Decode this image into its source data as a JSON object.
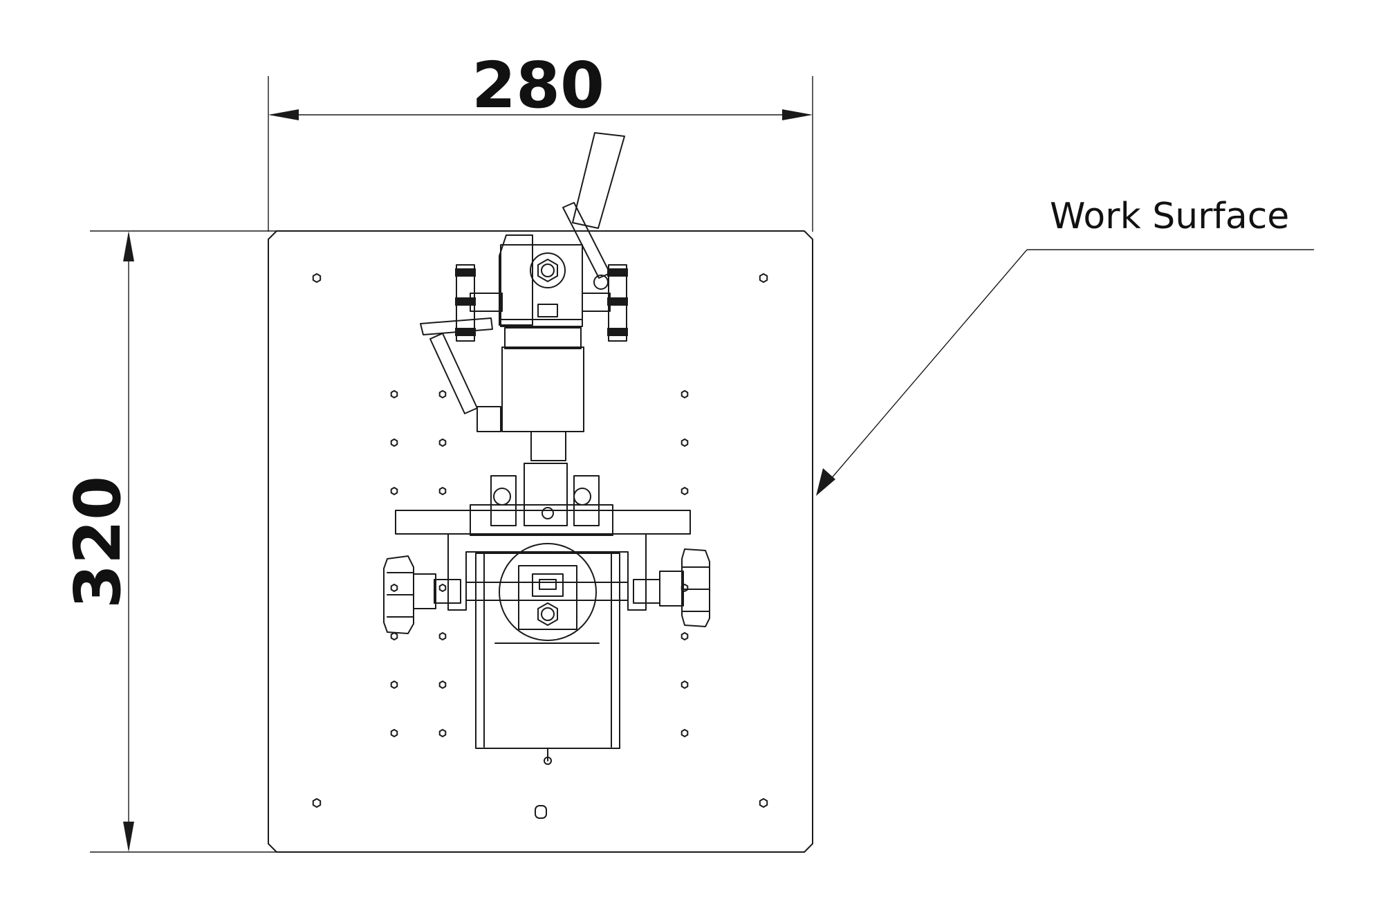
{
  "dimensions": {
    "width_label": "280",
    "height_label": "320"
  },
  "callout": {
    "label": "Work Surface"
  }
}
